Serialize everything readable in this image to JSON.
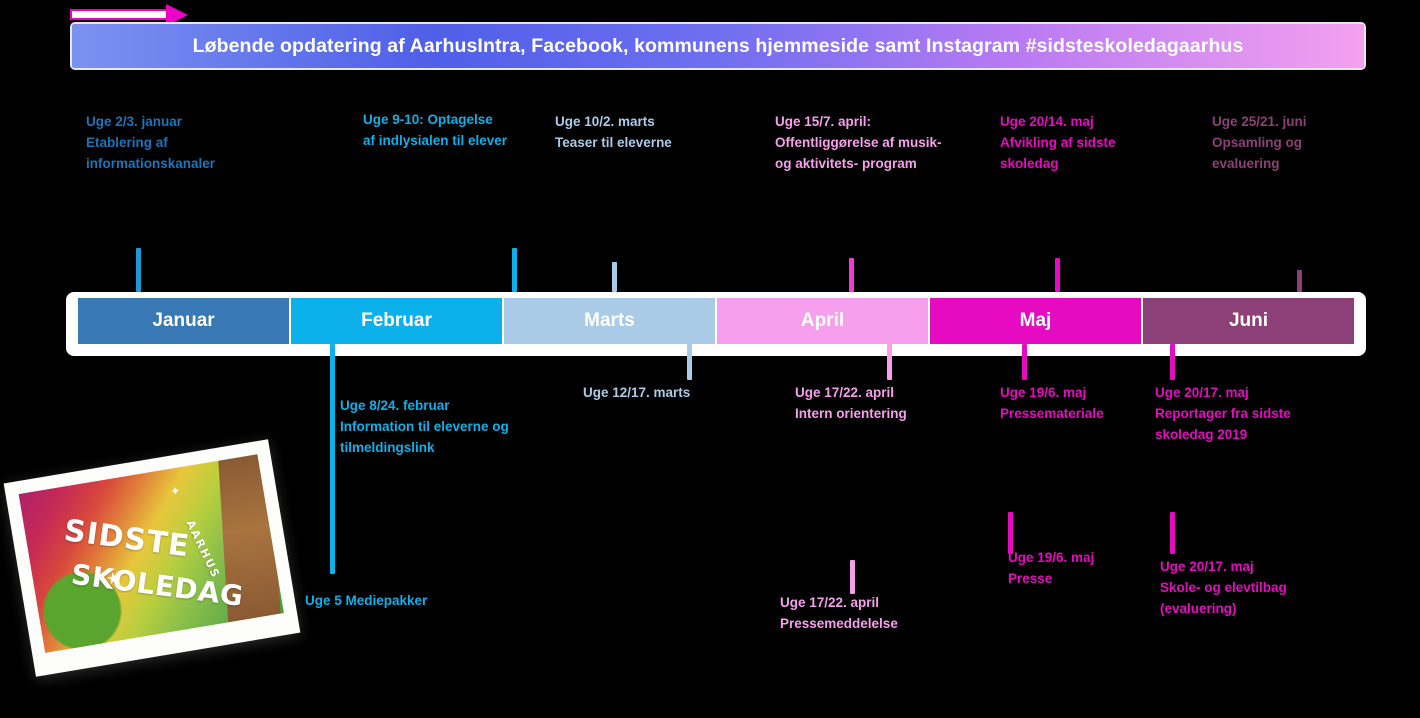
{
  "banner": {
    "text": "Løbende opdatering af AarhusIntra, Facebook, kommunens hjemmeside samt Instagram  #sidsteskoledagaarhus",
    "arrow_icon": "right-arrow-icon"
  },
  "timeline": {
    "months": [
      {
        "label": "Januar",
        "color": "#3778b5"
      },
      {
        "label": "Februar",
        "color": "#0cb0ea"
      },
      {
        "label": "Marts",
        "color": "#a9cbe8"
      },
      {
        "label": "April",
        "color": "#f79fec"
      },
      {
        "label": "Maj",
        "color": "#e60ac0"
      },
      {
        "label": "Juni",
        "color": "#8c4077"
      }
    ]
  },
  "events_above": [
    {
      "name": "event-januar",
      "date": "Uge 2/3. januar",
      "text": "Etablering af informationskanaler",
      "color": "#1b75bb",
      "tick_color": "#1b9ad6"
    },
    {
      "name": "event-februar-optagelse",
      "date": "Uge 9-10: Optagelse",
      "text": "af indlysialen til elever",
      "color": "#0cb0ea",
      "tick_color": "#0cb0ea"
    },
    {
      "name": "event-marts-teaser",
      "date": "Uge 10/2. marts",
      "text": "Teaser til eleverne",
      "color": "#a9cbe8",
      "tick_color": "#a9cbe8"
    },
    {
      "name": "event-april-offentliggorelse",
      "date": "Uge 15/7. april:",
      "text": "Offentliggørelse af musik- og aktivitets- program",
      "color": "#f79fec",
      "tick_color": "#ea3fd0"
    },
    {
      "name": "event-maj-afvikling",
      "date": "Uge 20/14. maj",
      "text": "Afvikling af sidste skoledag",
      "color": "#e60ac0",
      "tick_color": "#e60ac0"
    },
    {
      "name": "event-juni-opsamling",
      "date": "Uge 25/21. juni",
      "text": "Opsamling og evaluering",
      "color": "#8c4077",
      "tick_color": "#8c4077"
    }
  ],
  "events_below": [
    {
      "name": "event-februar-information",
      "date": "Uge 8/24. februar",
      "text": "Information til eleverne og tilmeldingslink",
      "color": "#0cb0ea",
      "tick_color": "#0cb0ea"
    },
    {
      "name": "event-marts-uge12",
      "date": "Uge 12/17. marts",
      "text": "",
      "color": "#a9cbe8",
      "tick_color": "#a9cbe8"
    },
    {
      "name": "event-april-intern",
      "date": "Uge 17/22. april",
      "text": "Intern orientering",
      "color": "#f79fec",
      "tick_color": "#f79fec"
    },
    {
      "name": "event-maj-pressemateriale",
      "date": "Uge 19/6. maj",
      "text": "Pressemateriale",
      "color": "#e60ac0",
      "tick_color": "#e60ac0"
    },
    {
      "name": "event-maj-reportager",
      "date": "Uge 20/17. maj",
      "text": "Reportager fra sidste skoledag 2019",
      "color": "#e60ac0",
      "tick_color": "#e60ac0"
    }
  ],
  "events_bottom": [
    {
      "name": "event-februar-mediepakker",
      "date": "Uge 5 Mediepakker",
      "text": "",
      "color": "#0cb0ea",
      "tick_color": "#0cb0ea"
    },
    {
      "name": "event-april-pressemeddelelse",
      "date": "Uge 17/22. april",
      "text": "Pressemeddelelse",
      "color": "#f79fec",
      "tick_color": "#f79fec"
    },
    {
      "name": "event-maj-presse",
      "date": "Uge 19/6. maj",
      "text": "Presse",
      "color": "#e60ac0",
      "tick_color": "#e60ac0"
    },
    {
      "name": "event-maj-skoletilbag",
      "date": "Uge 20/17. maj",
      "text": "Skole- og elevtilbag (evaluering)",
      "color": "#e60ac0",
      "tick_color": "#e60ac0"
    }
  ],
  "photo": {
    "word1": "SIDSTE",
    "word2": "SKOLEDAG",
    "word3": "AARHUS"
  }
}
